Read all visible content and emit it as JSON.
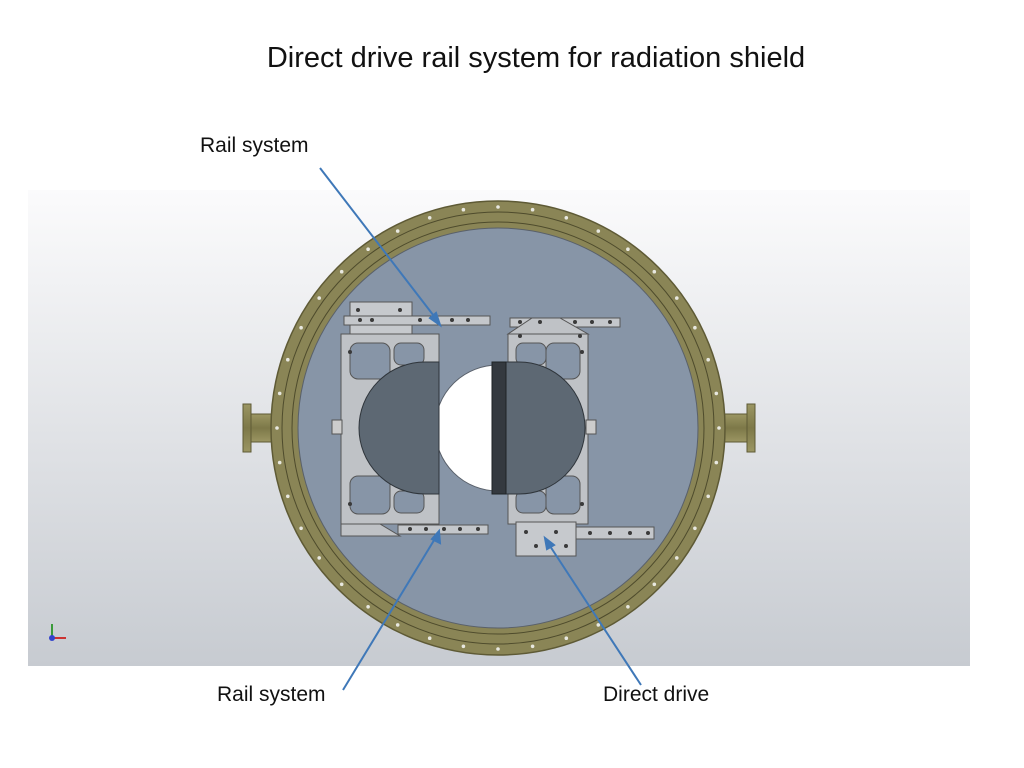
{
  "title": "Direct drive rail system for radiation shield",
  "labels": {
    "rail_top": "Rail system",
    "rail_bottom": "Rail system",
    "direct_drive": "Direct drive"
  },
  "colors": {
    "flange": "#8a8556",
    "plate": "#8795a7",
    "bracket": "#bfc2c6",
    "shutter": "#5d6873",
    "pointer": "#3f78b8",
    "viewport_top": "#f7f8f9",
    "viewport_bottom": "#c8ccd2"
  },
  "icons": {
    "axis_triad": "axis-triad-icon"
  }
}
